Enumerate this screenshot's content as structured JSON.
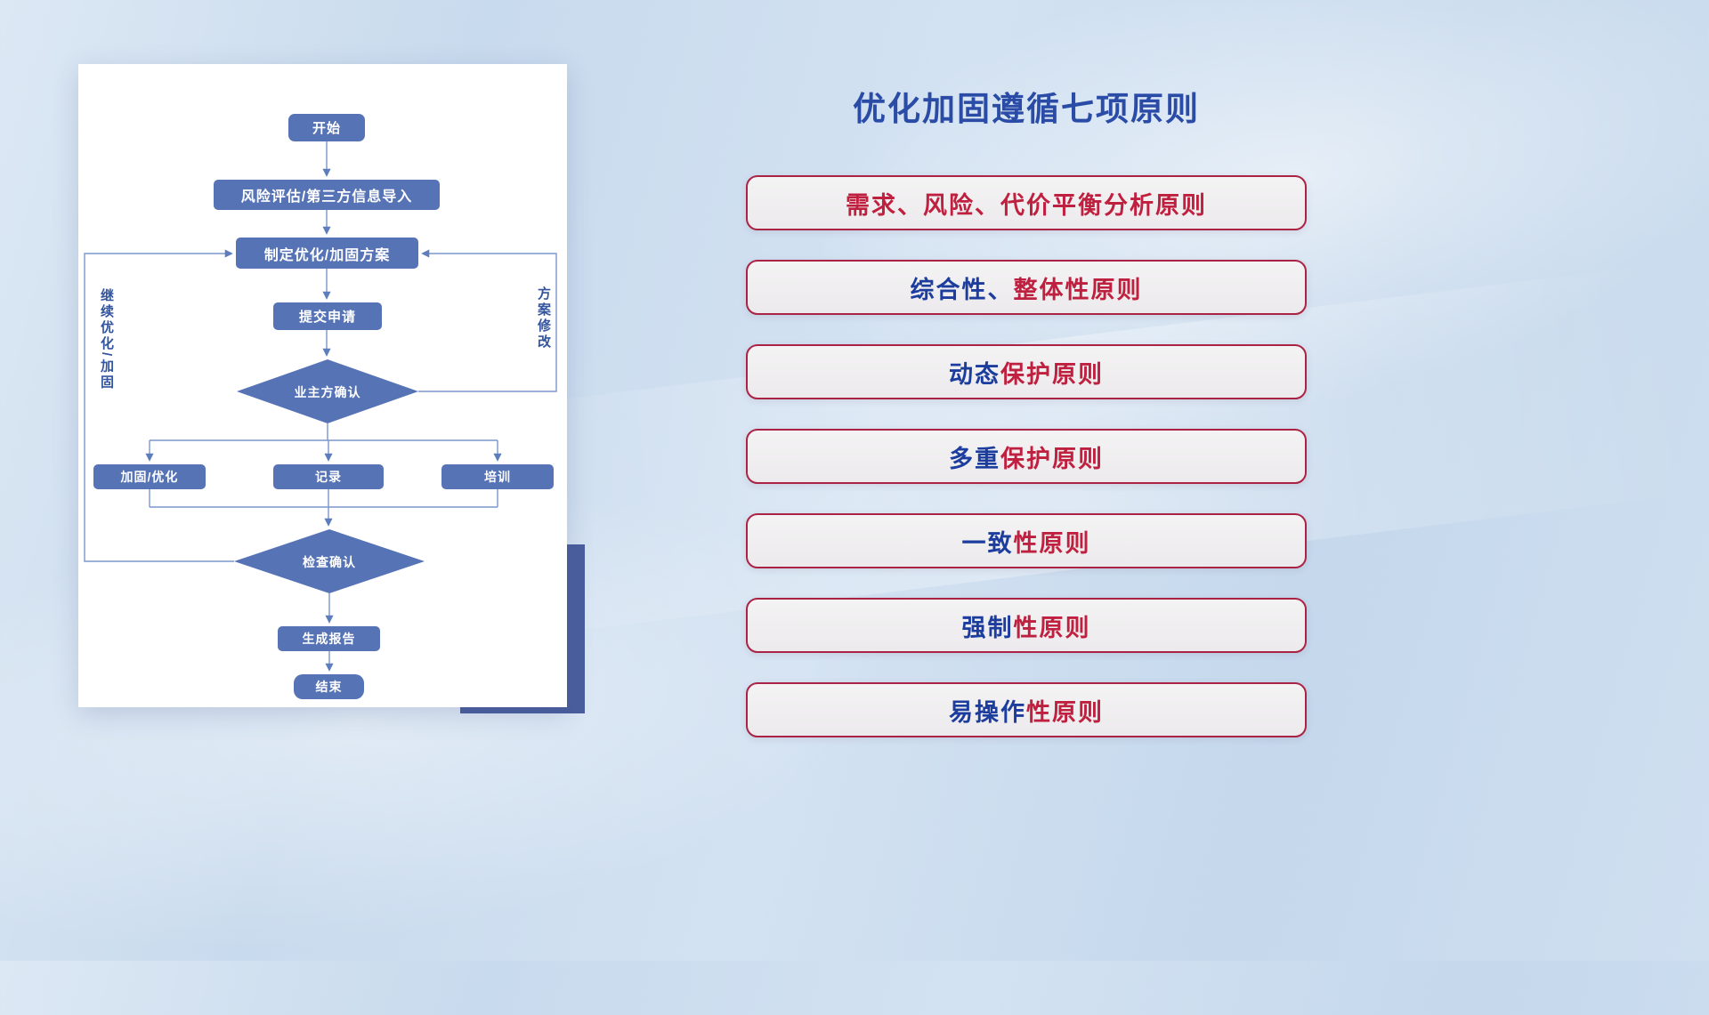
{
  "flowchart": {
    "nodes": {
      "start": "开始",
      "risk_import": "风险评估/第三方信息导入",
      "make_plan": "制定优化/加固方案",
      "submit": "提交申请",
      "owner_confirm": "业主方确认",
      "harden": "加固/优化",
      "record": "记录",
      "train": "培训",
      "check_confirm": "检查确认",
      "report": "生成报告",
      "end": "结束"
    },
    "edge_labels": {
      "continue_optimize": "继续优化/加固",
      "plan_modify": "方案修改"
    }
  },
  "panel": {
    "title": "优化加固遵循七项原则",
    "principles": [
      {
        "blue": "",
        "red": "需求、风险、代价平衡分析原则"
      },
      {
        "blue": "综合性、",
        "red": "整体性原则"
      },
      {
        "blue": "动态",
        "red": "保护原则"
      },
      {
        "blue": "多重",
        "red": "保护原则"
      },
      {
        "blue": "一致",
        "red": "性原则"
      },
      {
        "blue": "强制",
        "red": "性原则"
      },
      {
        "blue": "易操作",
        "red": "性原则"
      }
    ]
  },
  "colors": {
    "node_fill": "#5673b6",
    "connector_line": "#7b97cc",
    "title_blue": "#2a4ba6",
    "principle_blue": "#1c3d9e",
    "principle_red": "#c0203f",
    "button_border": "#aa2345",
    "accent_block": "#4a5e9d"
  }
}
